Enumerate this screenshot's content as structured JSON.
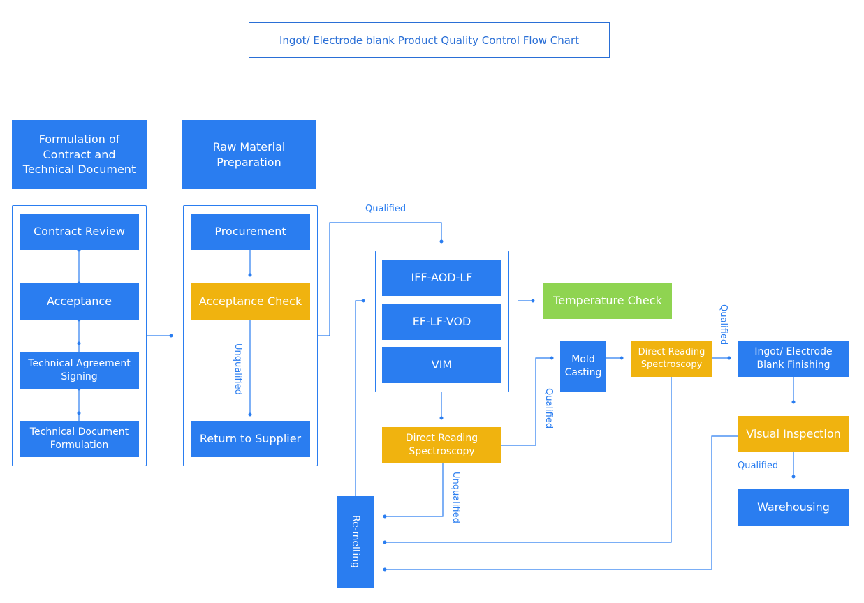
{
  "title": "Ingot/ Electrode blank Product Quality Control Flow Chart",
  "headers": {
    "contract": "Formulation of Contract and Technical Document",
    "raw": "Raw Material Preparation"
  },
  "contract_steps": [
    "Contract Review",
    "Acceptance",
    "Technical Agreement Signing",
    "Technical Document Formulation"
  ],
  "raw_steps": {
    "procurement": "Procurement",
    "acceptance_check": "Acceptance Check",
    "return_to_supplier": "Return to Supplier"
  },
  "melting": [
    "IFF-AOD-LF",
    "EF-LF-VOD",
    "VIM"
  ],
  "temperature_check": "Temperature Check",
  "direct_reading_1": "Direct Reading Spectroscopy",
  "mold_casting": "Mold Casting",
  "direct_reading_2": "Direct Reading Spectroscopy",
  "finishing": "Ingot/ Electrode Blank Finishing",
  "visual_inspection": "Visual Inspection",
  "warehousing": "Warehousing",
  "remelting": "Re-melting",
  "labels": {
    "qualified_top": "Qualified",
    "unqualified_raw": "Unqualified",
    "qualified_dr1": "Qualified",
    "unqualified_dr1": "Unqualified",
    "qualified_dr2": "Qualified",
    "qualified_visual": "Qualified"
  },
  "colors": {
    "blue": "#2a7df0",
    "yellow": "#f0b30f",
    "green": "#8fd451",
    "line": "#2a7df0"
  }
}
